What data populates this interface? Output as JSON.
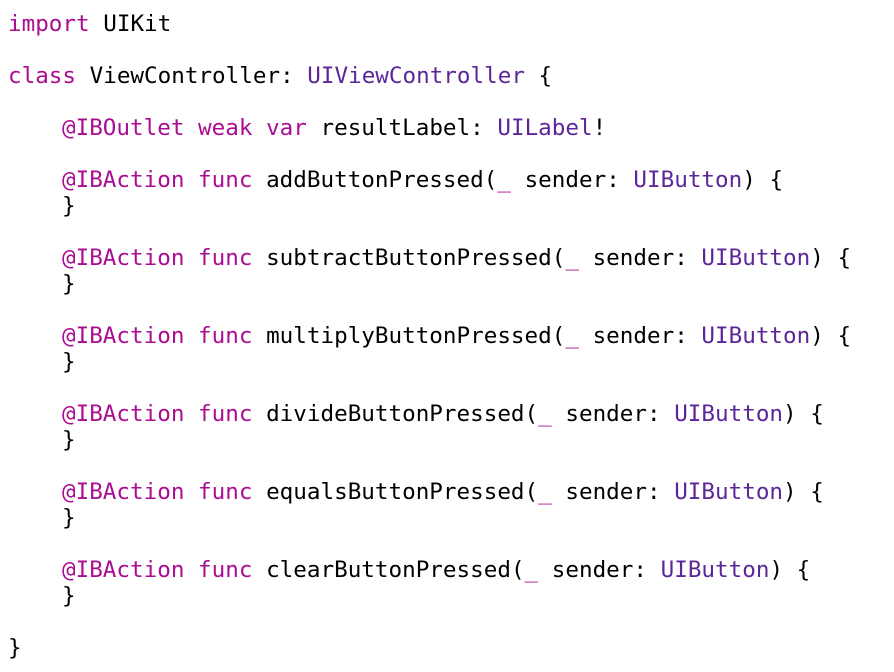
{
  "code": {
    "kw_import": "import",
    "module": "UIKit",
    "kw_class": "class",
    "class_name": "ViewController",
    "colon": ":",
    "superclass": "UIViewController",
    "open_brace": "{",
    "close_brace": "}",
    "attr_outlet": "@IBOutlet",
    "kw_weak": "weak",
    "kw_var": "var",
    "outlet_name": "resultLabel",
    "outlet_type": "UILabel",
    "bang": "!",
    "attr_action": "@IBAction",
    "kw_func": "func",
    "underscore": "_",
    "param_name": "sender",
    "param_type": "UIButton",
    "close_paren": ")",
    "actions": [
      "addButtonPressed",
      "subtractButtonPressed",
      "multiplyButtonPressed",
      "divideButtonPressed",
      "equalsButtonPressed",
      "clearButtonPressed"
    ]
  },
  "colors": {
    "keyword": "#aa0d91",
    "type": "#5c2699",
    "plain": "#000000",
    "background": "#ffffff"
  }
}
